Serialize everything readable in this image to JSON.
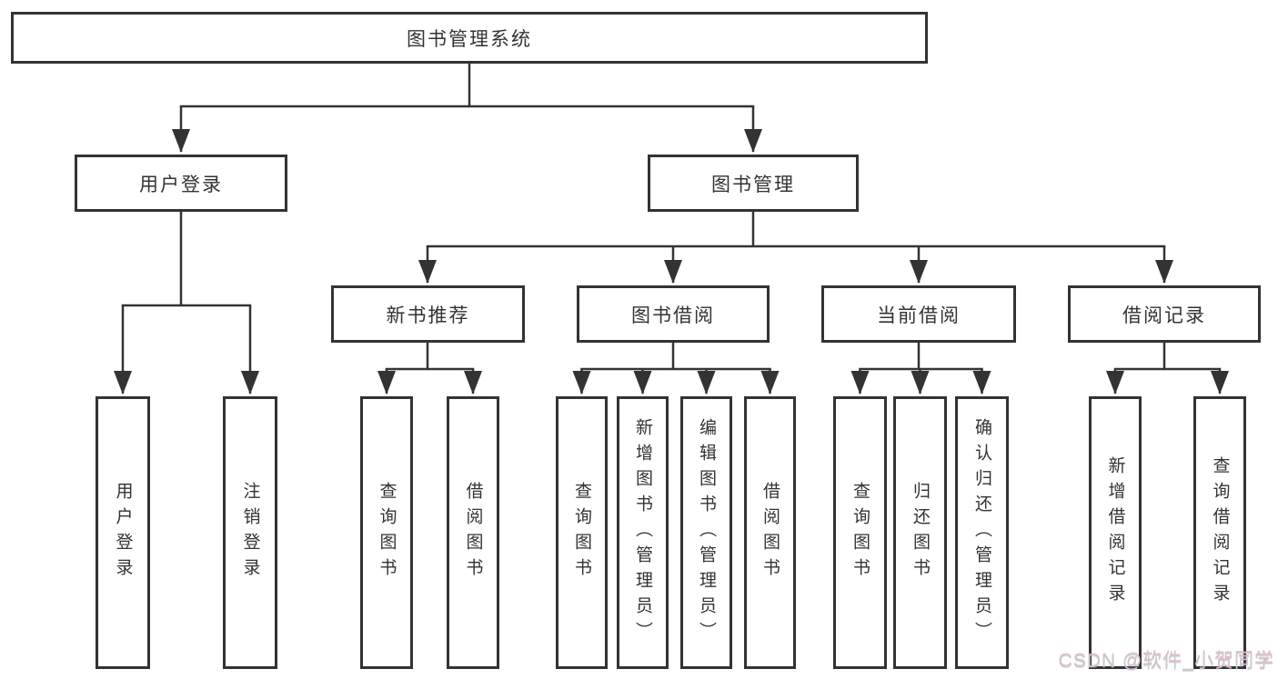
{
  "diagram_type": "hierarchy-tree",
  "colors": {
    "background": "#ffffff",
    "box_fill": "#ffffff",
    "box_border": "#333333",
    "line": "#333333",
    "text": "#333333",
    "watermark": "#c9c9c9"
  },
  "tree": {
    "root": {
      "label": "图书管理系统"
    },
    "branches": [
      {
        "label": "用户登录",
        "children": [
          {
            "label": "用户登录"
          },
          {
            "label": "注销登录"
          }
        ]
      },
      {
        "label": "图书管理",
        "children": [
          {
            "label": "新书推荐",
            "children": [
              {
                "label": "查询图书"
              },
              {
                "label": "借阅图书"
              }
            ]
          },
          {
            "label": "图书借阅",
            "children": [
              {
                "label": "查询图书"
              },
              {
                "label": "新增图书（管理员）"
              },
              {
                "label": "编辑图书（管理员）"
              },
              {
                "label": "借阅图书"
              }
            ]
          },
          {
            "label": "当前借阅",
            "children": [
              {
                "label": "查询图书"
              },
              {
                "label": "归还图书"
              },
              {
                "label": "确认归还（管理员）"
              }
            ]
          },
          {
            "label": "借阅记录",
            "children": [
              {
                "label": "新增借阅记录"
              },
              {
                "label": "查询借阅记录"
              }
            ]
          }
        ]
      }
    ]
  },
  "watermark": {
    "text": "CSDN @软件_小贺同学"
  }
}
